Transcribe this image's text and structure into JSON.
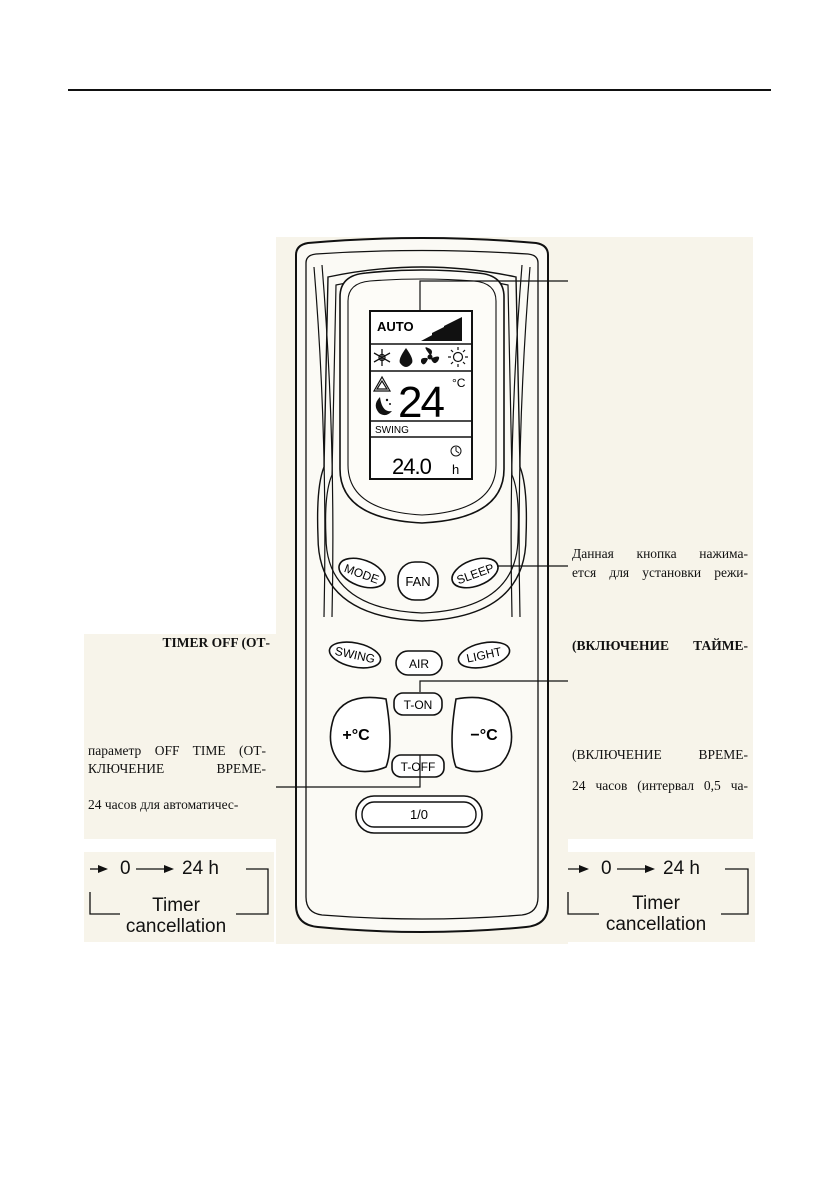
{
  "remote": {
    "display": {
      "mode": "AUTO",
      "temperature": "24",
      "temp_unit": "°C",
      "swing": "SWING",
      "timer": "24.0",
      "timer_unit": "h"
    },
    "buttons": {
      "mode": "MODE",
      "fan": "FAN",
      "sleep": "SLEEP",
      "swing": "SWING",
      "air": "AIR",
      "light": "LIGHT",
      "t_on": "T-ON",
      "t_off": "T-OFF",
      "temp_up": "+°C",
      "temp_down": "−°C",
      "power": "1/0"
    }
  },
  "right_text": {
    "sleep_line1": "Данная кнопка нажима-",
    "sleep_line2": "ется для установки режи-",
    "timer_on_heading": "(ВКЛЮЧЕНИЕ ТАЙМЕ-",
    "timer_on_line1": "(ВКЛЮЧЕНИЕ ВРЕМЕ-",
    "timer_on_line2": "24 часов (интервал 0,5 ча-"
  },
  "left_text": {
    "timer_off_heading": "TIMER OFF (ОТ-",
    "line1": "параметр OFF TIME (ОТ-",
    "line2": "КЛЮЧЕНИЕ ВРЕМЕ-",
    "line3": "24 часов для автоматичес-"
  },
  "timer_diagram": {
    "start": "0",
    "end": "24 h",
    "caption_line1": "Timer",
    "caption_line2": "cancellation"
  }
}
